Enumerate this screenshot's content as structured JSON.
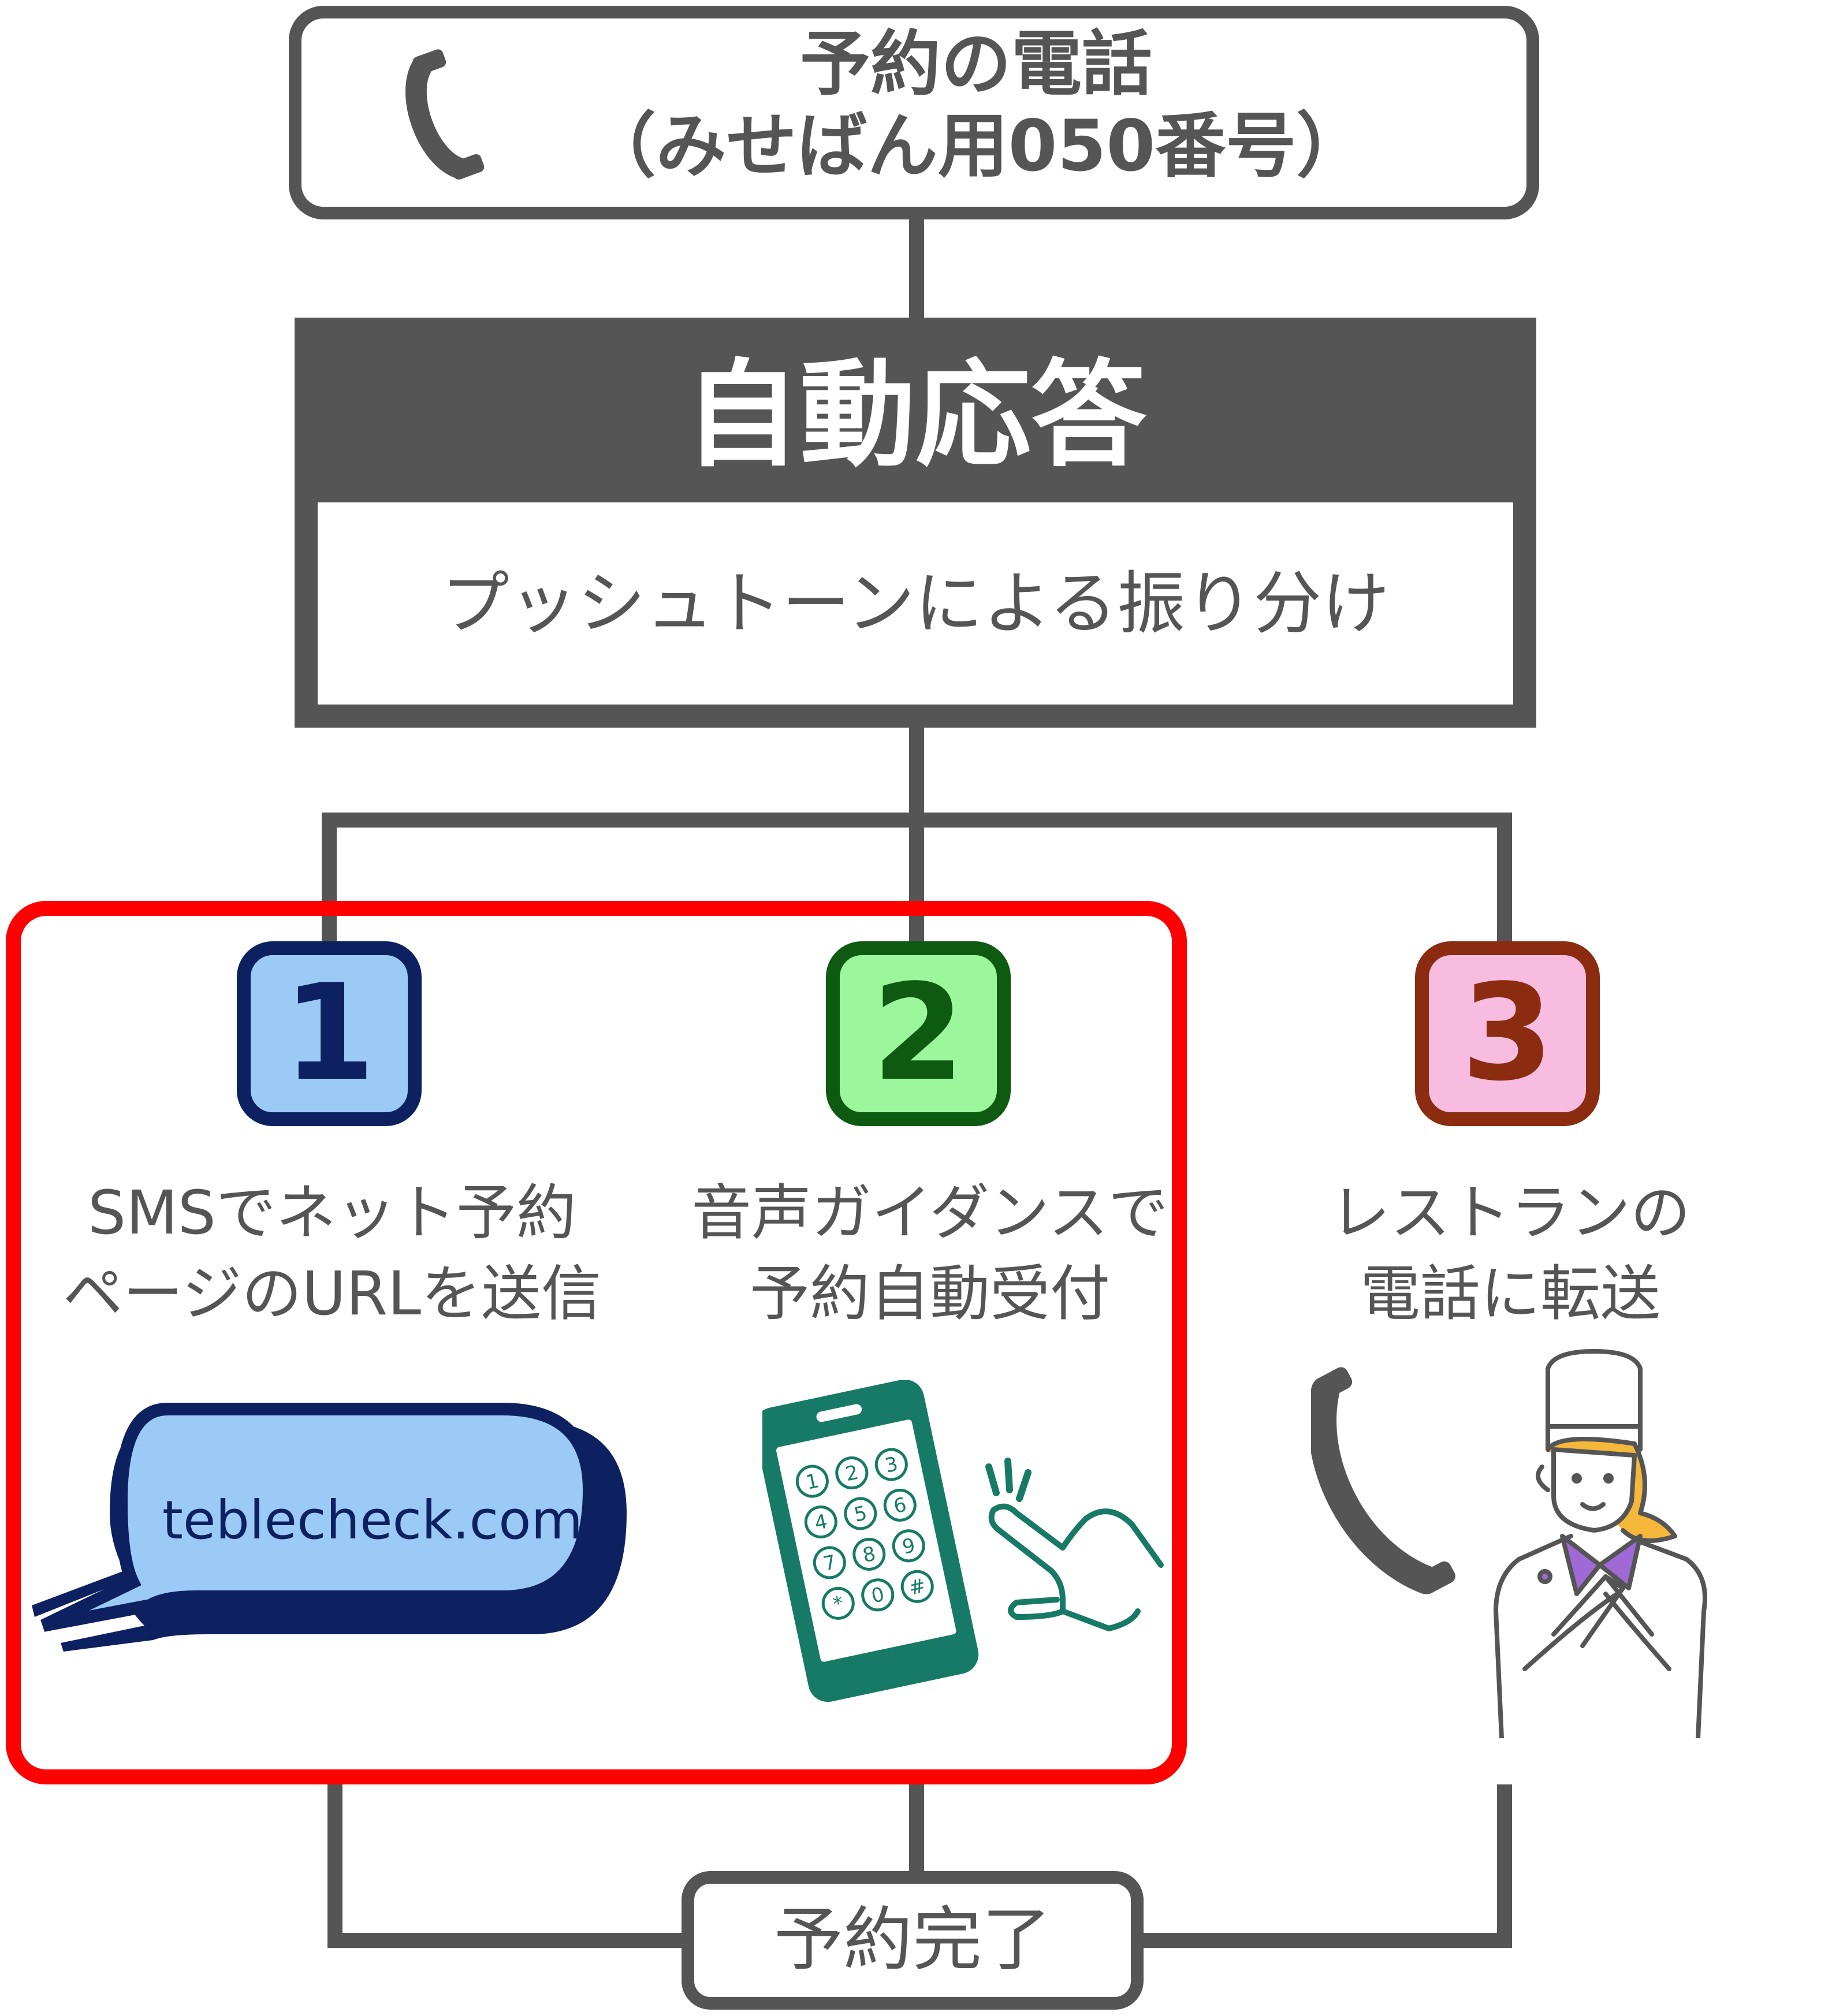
{
  "top_box": {
    "line1": "予約の電話",
    "line2": "（みせばん用050番号）",
    "icon": "phone-handset-icon"
  },
  "auto_response": {
    "title": "自動応答",
    "subtitle": "プッシュトーンによる振り分け"
  },
  "options": [
    {
      "number": "1",
      "line1": "SMSでネット予約",
      "line2": "ページのURLを送信",
      "color_fill": "#9ccaf7",
      "color_border": "#0d2160"
    },
    {
      "number": "2",
      "line1": "音声ガイダンスで",
      "line2": "予約自動受付",
      "color_fill": "#9cf79c",
      "color_border": "#0d5a10"
    },
    {
      "number": "3",
      "line1": "レストランの",
      "line2": "電話に転送",
      "color_fill": "#f7bcdf",
      "color_border": "#8b2c10"
    }
  ],
  "sms_bubble": {
    "text": "teblecheck.com"
  },
  "keypad": {
    "keys": [
      "1",
      "2",
      "3",
      "4",
      "5",
      "6",
      "7",
      "8",
      "9",
      "*",
      "0",
      "#"
    ]
  },
  "done": {
    "label": "予約完了"
  },
  "colors": {
    "line": "#555555",
    "highlight": "#ff0000",
    "phone_green": "#177a66"
  }
}
